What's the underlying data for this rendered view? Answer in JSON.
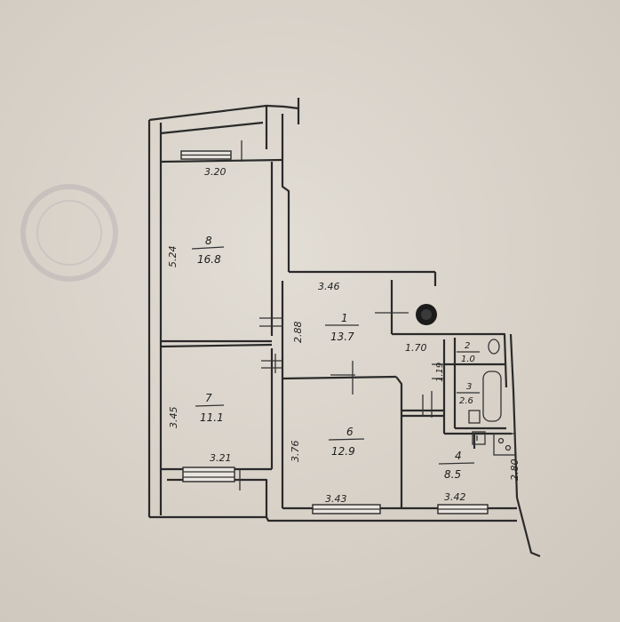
{
  "rooms": [
    {
      "id": "8",
      "number": "8",
      "area": "16.8"
    },
    {
      "id": "7",
      "number": "7",
      "area": "11.1"
    },
    {
      "id": "1",
      "number": "1",
      "area": "13.7"
    },
    {
      "id": "6",
      "number": "6",
      "area": "12.9"
    },
    {
      "id": "2",
      "number": "2",
      "area": "1.0"
    },
    {
      "id": "3",
      "number": "3",
      "area": "2.6"
    },
    {
      "id": "4",
      "number": "4",
      "area": "8.5"
    }
  ],
  "dimensions": [
    {
      "id": "d1",
      "text": "3.20"
    },
    {
      "id": "d2",
      "text": "5.24"
    },
    {
      "id": "d3",
      "text": "3.46"
    },
    {
      "id": "d4",
      "text": "2.88"
    },
    {
      "id": "d5",
      "text": "1.70"
    },
    {
      "id": "d6",
      "text": "1.19"
    },
    {
      "id": "d7",
      "text": "3.45"
    },
    {
      "id": "d8",
      "text": "3.21"
    },
    {
      "id": "d9",
      "text": "3.76"
    },
    {
      "id": "d10",
      "text": "3.43"
    },
    {
      "id": "d11",
      "text": "3.42"
    },
    {
      "id": "d12",
      "text": "2.80"
    }
  ],
  "colors": {
    "paper": "#dcd6cd",
    "ink": "#2a2a2a",
    "stamp": "#b9b4ba",
    "riser": "#1b1b1b"
  }
}
